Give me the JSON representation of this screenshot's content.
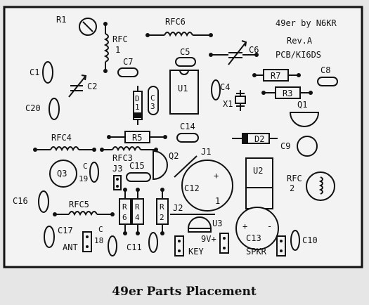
{
  "board": {
    "title": "49er by N6KR",
    "revision": "Rev.A",
    "pcb_credit": "PCB/KI6DS",
    "caption": "49er Parts Placement"
  },
  "labels": {
    "r1": "R1",
    "rfc1_a": "RFC",
    "rfc1_b": "1",
    "rfc6": "RFC6",
    "c6": "C6",
    "c1": "C1",
    "c2": "C2",
    "c5": "C5",
    "c7": "C7",
    "u1": "U1",
    "r7": "R7",
    "c8": "C8",
    "c20": "C20",
    "d1_a": "D",
    "d1_b": "1",
    "c3_a": "C",
    "c3_b": "3",
    "c4": "C4",
    "x1": "X1",
    "r3": "R3",
    "q1": "Q1",
    "r5": "R5",
    "c14": "C14",
    "d2": "D2",
    "c9": "C9",
    "rfc4": "RFC4",
    "rfc3": "RFC3",
    "q2": "Q2",
    "j1": "J1",
    "u2": "U2",
    "q3": "Q3",
    "c19_a": "C",
    "c19_b": "19",
    "j3": "J3",
    "c15": "C15",
    "c12": "C12",
    "rfc2_a": "RFC",
    "rfc2_b": "2",
    "c16": "C16",
    "rfc5": "RFC5",
    "r6_a": "R",
    "r6_b": "6",
    "r4_a": "R",
    "r4_b": "4",
    "r2_a": "R",
    "r2_b": "2",
    "j2": "J2",
    "u3": "U3",
    "c17": "C17",
    "c18_a": "C",
    "c18_b": "18",
    "ant": "ANT",
    "c11": "C11",
    "v9": "9V+",
    "key": "KEY",
    "c13": "C13",
    "spkr": "SPKR",
    "c10": "C10",
    "plus_c12": "+",
    "minus_c12": "1",
    "plus_c13": "+",
    "minus_c13": "-"
  }
}
